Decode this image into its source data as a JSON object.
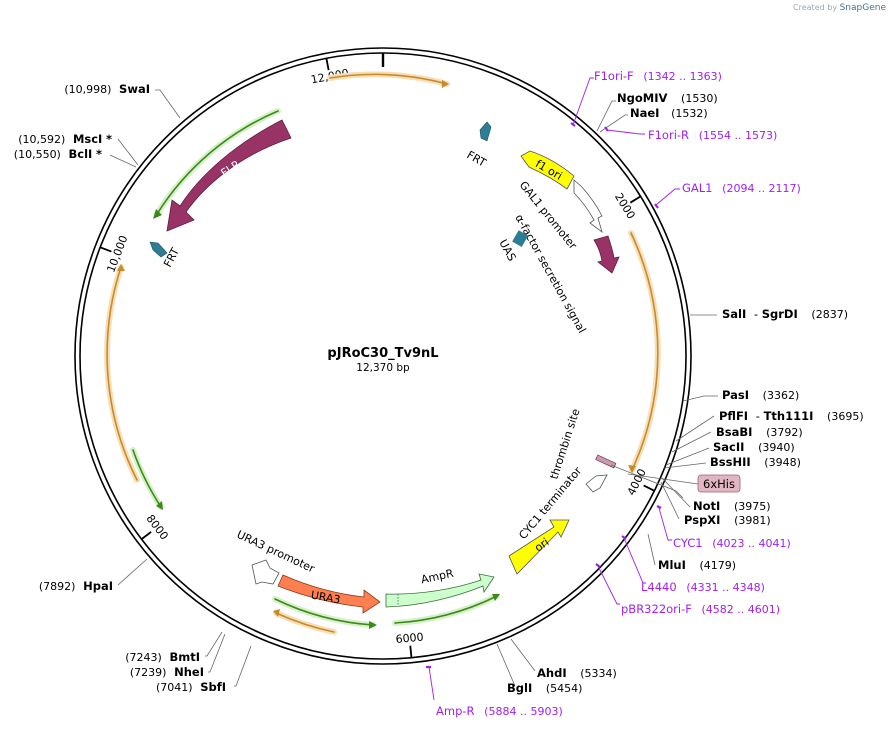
{
  "watermark": {
    "prefix": "Created by",
    "brand": "SnapGene"
  },
  "map": {
    "name": "pJRoC30_Tv9nL",
    "length_label": "12,370 bp",
    "total_bp": 12370,
    "ticks": [
      {
        "bp": 2000,
        "label": "2000"
      },
      {
        "bp": 4000,
        "label": "4000"
      },
      {
        "bp": 6000,
        "label": "6000"
      },
      {
        "bp": 8000,
        "label": "8000"
      },
      {
        "bp": 10000,
        "label": "10,000"
      },
      {
        "bp": 12000,
        "label": "12,000"
      }
    ],
    "features": [
      {
        "name": "f1 ori",
        "color": "#ffff00",
        "text_color": "#000000"
      },
      {
        "name": "FLP",
        "color": "#993366",
        "text_color": "#ffffff"
      },
      {
        "name": "URA3",
        "color": "#ff7f50",
        "text_color": "#000000"
      },
      {
        "name": "AmpR",
        "color": "#ccffcc",
        "text_color": "#000000"
      },
      {
        "name": "ori",
        "color": "#ffff00",
        "text_color": "#000000"
      },
      {
        "name": "6xHis",
        "color": "#e2b5c3",
        "text_color": "#000000"
      }
    ],
    "feature_labels": [
      "FRT",
      "FRT",
      "GAL1 promoter",
      "α-factor secretion signal",
      "UAS",
      "thrombin site",
      "CYC1 terminator",
      "URA3 promoter"
    ],
    "restriction_sites": [
      {
        "name": "SwaI",
        "pos": "(10,998)",
        "mark": ""
      },
      {
        "name": "MscI",
        "pos": "(10,592)",
        "mark": "*"
      },
      {
        "name": "BclI",
        "pos": "(10,550)",
        "mark": "*"
      },
      {
        "name": "NgoMIV",
        "pos": "(1530)",
        "mark": ""
      },
      {
        "name": "NaeI",
        "pos": "(1532)",
        "mark": ""
      },
      {
        "name": "SalI",
        "name2": "SgrDI",
        "pos": "(2837)",
        "mark": ""
      },
      {
        "name": "PasI",
        "pos": "(3362)",
        "mark": ""
      },
      {
        "name": "PflFI",
        "name2": "Tth111I",
        "pos": "(3695)",
        "mark": ""
      },
      {
        "name": "BsaBI",
        "pos": "(3792)",
        "mark": ""
      },
      {
        "name": "SacII",
        "pos": "(3940)",
        "mark": ""
      },
      {
        "name": "BssHII",
        "pos": "(3948)",
        "mark": ""
      },
      {
        "name": "NotI",
        "pos": "(3975)",
        "mark": ""
      },
      {
        "name": "PspXI",
        "pos": "(3981)",
        "mark": ""
      },
      {
        "name": "MluI",
        "pos": "(4179)",
        "mark": ""
      },
      {
        "name": "AhdI",
        "pos": "(5334)",
        "mark": ""
      },
      {
        "name": "BglI",
        "pos": "(5454)",
        "mark": ""
      },
      {
        "name": "HpaI",
        "pos": "(7892)",
        "mark": ""
      },
      {
        "name": "BmtI",
        "pos": "(7243)",
        "mark": ""
      },
      {
        "name": "NheI",
        "pos": "(7239)",
        "mark": ""
      },
      {
        "name": "SbfI",
        "pos": "(7041)",
        "mark": ""
      }
    ],
    "primers": [
      {
        "name": "F1ori-F",
        "range": "(1342 .. 1363)"
      },
      {
        "name": "F1ori-R",
        "range": "(1554 .. 1573)"
      },
      {
        "name": "GAL1",
        "range": "(2094 .. 2117)"
      },
      {
        "name": "CYC1",
        "range": "(4023 .. 4041)"
      },
      {
        "name": "L4440",
        "range": "(4331 .. 4348)"
      },
      {
        "name": "pBR322ori-F",
        "range": "(4582 .. 4601)"
      },
      {
        "name": "Amp-R",
        "range": "(5884 .. 5903)"
      }
    ],
    "colors": {
      "primer": "#a020f0",
      "orf_arc": "#e8a33c",
      "orf_glow": "#f6dfb6",
      "green_arc": "#3b8a1a",
      "green_glow": "#d6f0c8",
      "frt": "#2e7d96",
      "uas": "#2e7d96"
    }
  }
}
